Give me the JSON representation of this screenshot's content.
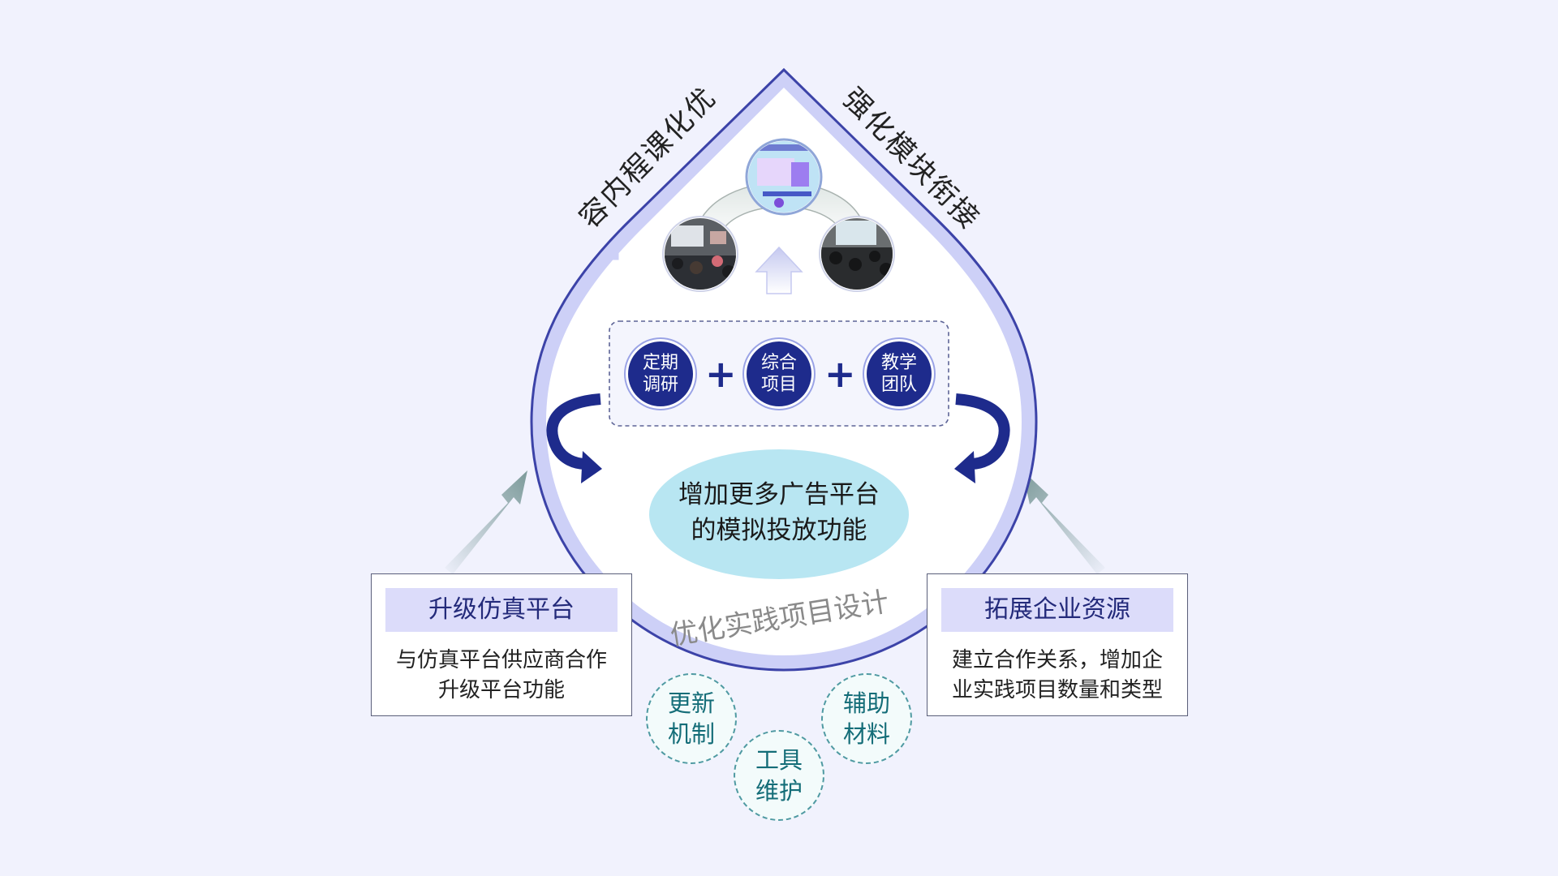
{
  "top_labels": {
    "left": [
      "优",
      "化",
      "课",
      "程",
      "内",
      "容"
    ],
    "right": [
      "强",
      "化",
      "模",
      "块",
      "衔",
      "接"
    ]
  },
  "center": {
    "chips": [
      {
        "line1": "定期",
        "line2": "调研"
      },
      {
        "line1": "综合",
        "line2": "项目"
      },
      {
        "line1": "教学",
        "line2": "团队"
      }
    ],
    "plus": "+",
    "oval_line1": "增加更多广告平台",
    "oval_line2": "的模拟投放功能",
    "bottom_label": "优化实践项目设计"
  },
  "left_box": {
    "title": "升级仿真平台",
    "line1": "与仿真平台供应商合作",
    "line2": "升级平台功能"
  },
  "right_box": {
    "title": "拓展企业资源",
    "line1": "建立合作关系，增加企",
    "line2": "业实践项目数量和类型"
  },
  "bottom_circles": [
    {
      "line1": "更新",
      "line2": "机制"
    },
    {
      "line1": "工具",
      "line2": "维护"
    },
    {
      "line1": "辅助",
      "line2": "材料"
    }
  ],
  "colors": {
    "drop_outline": "#3c43a8",
    "drop_ring": "#cdd0f7",
    "navy": "#1e2b8c",
    "oval": "#b8e6f2",
    "box_title_bg": "#dcdcfa",
    "teal": "#146d78"
  }
}
